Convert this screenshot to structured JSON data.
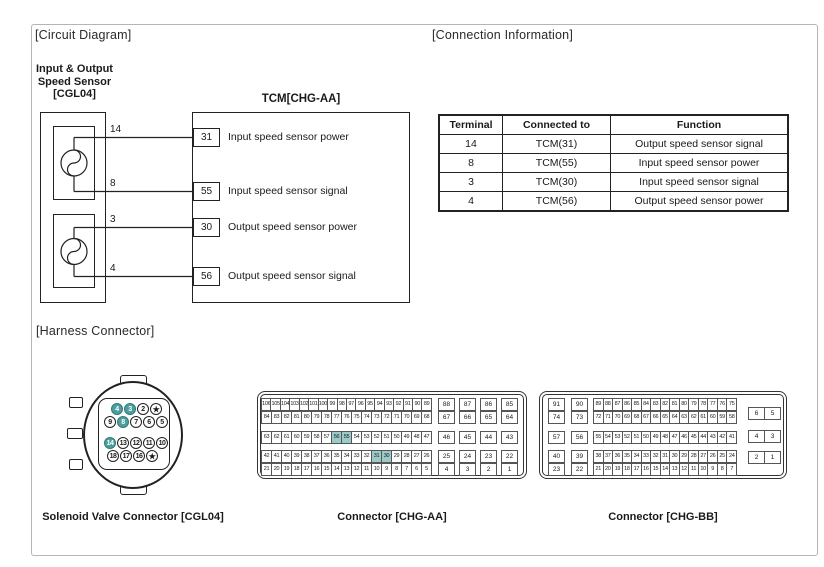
{
  "colors": {
    "highlight_pin_bg": "#4f9e9e",
    "highlight_pin_text": "#ffffff",
    "highlight_cell_bg": "#9ccac8",
    "line": "#222222",
    "frame_border": "#b5b5b5"
  },
  "sections": {
    "circuit_title": "[Circuit Diagram]",
    "connection_title": "[Connection Information]",
    "harness_title": "[Harness Connector]"
  },
  "circuit": {
    "sensor_label_lines": [
      "Input & Output",
      "Speed Sensor",
      "[CGL04]"
    ],
    "tcm_label": "TCM[CHG-AA]",
    "rows": [
      {
        "sensor_pin": "14",
        "tcm_pin": "31",
        "function": "Input speed sensor power"
      },
      {
        "sensor_pin": "8",
        "tcm_pin": "55",
        "function": "Input speed sensor signal"
      },
      {
        "sensor_pin": "3",
        "tcm_pin": "30",
        "function": "Output speed sensor power"
      },
      {
        "sensor_pin": "4",
        "tcm_pin": "56",
        "function": "Output speed sensor signal"
      }
    ]
  },
  "connection_table": {
    "headers": [
      "Terminal",
      "Connected to",
      "Function"
    ],
    "rows": [
      [
        "14",
        "TCM(31)",
        "Output speed sensor signal"
      ],
      [
        "8",
        "TCM(55)",
        "Input speed sensor power"
      ],
      [
        "3",
        "TCM(30)",
        "Input speed sensor signal"
      ],
      [
        "4",
        "TCM(56)",
        "Output speed sensor power"
      ]
    ]
  },
  "harness": {
    "cgl04": {
      "caption": "Solenoid Valve Connector [CGL04]",
      "pin_rows": [
        {
          "pins": [
            "4",
            "3",
            "2",
            "★"
          ]
        },
        {
          "pins": [
            "9",
            "8",
            "7",
            "6",
            "5"
          ]
        },
        {
          "pins": [
            "14",
            "13",
            "12",
            "11",
            "10"
          ]
        },
        {
          "pins": [
            "18",
            "17",
            "16",
            "★"
          ]
        }
      ],
      "highlighted_pins": [
        "4",
        "3",
        "8",
        "14"
      ]
    },
    "chg_aa": {
      "caption": "Connector [CHG-AA]",
      "highlighted_pins": [
        56,
        55,
        31,
        30
      ],
      "rows": [
        {
          "tight": [
            106,
            105,
            104,
            103,
            102,
            101,
            100,
            99,
            98,
            97,
            96,
            95,
            94,
            93,
            92,
            91,
            90,
            89
          ],
          "spaced": [
            88,
            87,
            86,
            85
          ]
        },
        {
          "tight": [
            84,
            83,
            82,
            81,
            80,
            79,
            78,
            77,
            76,
            75,
            74,
            73,
            72,
            71,
            70,
            69,
            68
          ],
          "spaced": [
            67,
            66,
            65,
            64
          ]
        },
        {
          "tight": [
            63,
            62,
            61,
            60,
            59,
            58,
            57,
            56,
            55,
            54,
            53,
            52,
            51,
            50,
            49,
            48,
            47
          ],
          "spaced": [
            46,
            45,
            44,
            43
          ]
        },
        {
          "tight": [
            42,
            41,
            40,
            39,
            38,
            37,
            36,
            35,
            34,
            33,
            32,
            31,
            30,
            29,
            28,
            27,
            26
          ],
          "spaced": [
            25,
            24,
            23,
            22
          ]
        },
        {
          "tight": [
            21,
            20,
            19,
            18,
            17,
            16,
            15,
            14,
            13,
            12,
            11,
            10,
            9,
            8,
            7,
            6,
            5
          ],
          "spaced": [
            4,
            3,
            2,
            1
          ]
        }
      ]
    },
    "chg_bb": {
      "caption": "Connector [CHG-BB]",
      "highlighted_pins": [],
      "rows": [
        {
          "left": [
            91,
            90
          ],
          "tight": [
            89,
            88,
            87,
            86,
            85,
            84,
            83,
            82,
            81,
            80,
            79,
            78,
            77,
            76,
            75
          ]
        },
        {
          "left": [
            74,
            73
          ],
          "tight": [
            72,
            71,
            70,
            69,
            68,
            67,
            66,
            65,
            64,
            63,
            62,
            61,
            60,
            59,
            58
          ]
        },
        {
          "left": [
            57,
            56
          ],
          "tight": [
            55,
            54,
            53,
            52,
            51,
            50,
            49,
            48,
            47,
            46,
            45,
            44,
            43,
            42,
            41
          ]
        },
        {
          "left": [
            40,
            39
          ],
          "tight": [
            38,
            37,
            36,
            35,
            34,
            33,
            32,
            31,
            30,
            29,
            28,
            27,
            26,
            25,
            24
          ]
        },
        {
          "left": [
            23,
            22
          ],
          "tight": [
            21,
            20,
            19,
            18,
            17,
            16,
            15,
            14,
            13,
            12,
            11,
            10,
            9,
            8,
            7
          ]
        }
      ],
      "big_pins": [
        [
          "6",
          "5"
        ],
        [
          "4",
          "3"
        ],
        [
          "2",
          "1"
        ]
      ]
    }
  }
}
